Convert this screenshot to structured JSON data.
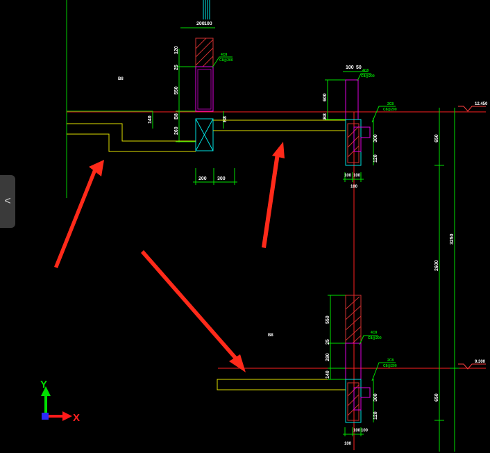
{
  "drawing": {
    "dims_top_column": {
      "top_w1": "200",
      "top_w2": "100",
      "left_v1": "120",
      "left_v2": "25",
      "left_v3": "550",
      "left_v4": "260",
      "mid_140": "140",
      "bottom_w1": "200",
      "bottom_w2": "300",
      "small_label": "B8"
    },
    "dims_right_upper": {
      "top_w1": "100",
      "top_w2": "50",
      "left_v": "600",
      "left_v2": "B8",
      "right_v1": "300",
      "right_v2": "120",
      "bottom_w1": "100",
      "bottom_w2": "100",
      "bottom_w3": "100"
    },
    "dims_right_lower": {
      "left_v1": "550",
      "left_v2": "25",
      "left_v3": "280",
      "left_v4": "140",
      "right_v1": "300",
      "right_v2": "120",
      "bottom_w1": "100",
      "bottom_w2": "100",
      "bottom_w3": "100"
    },
    "dims_far_right": {
      "upper_400": "650",
      "mid_a": "3250",
      "mid_b": "2600",
      "lower_400": "650"
    },
    "leaders": {
      "top_col_note": "4C8",
      "top_col_note2": "C8@200",
      "right_upper_note1": "4C8",
      "right_upper_note2": "C8@200",
      "right_upper_note3": "2C8",
      "right_upper_note4": "C8@200",
      "right_lower_note1": "4C8",
      "right_lower_note2": "C8@200",
      "right_lower_note3": "2C8",
      "right_lower_note4": "C8@200"
    },
    "elevations": {
      "upper": "12.450",
      "lower": "9.300"
    },
    "labels": {
      "room_a": "B8",
      "room_b": "B8"
    }
  },
  "ucs": {
    "y_label": "Y",
    "x_label": "X"
  },
  "ui": {
    "side_handle_glyph": "<"
  },
  "colors": {
    "background": "#000000",
    "red_line": "#ff2020",
    "green_line": "#00e000",
    "yellow_line": "#e0e000",
    "cyan_line": "#00e0e0",
    "magenta_line": "#e000e0",
    "arrow": "#ff2a1a"
  }
}
